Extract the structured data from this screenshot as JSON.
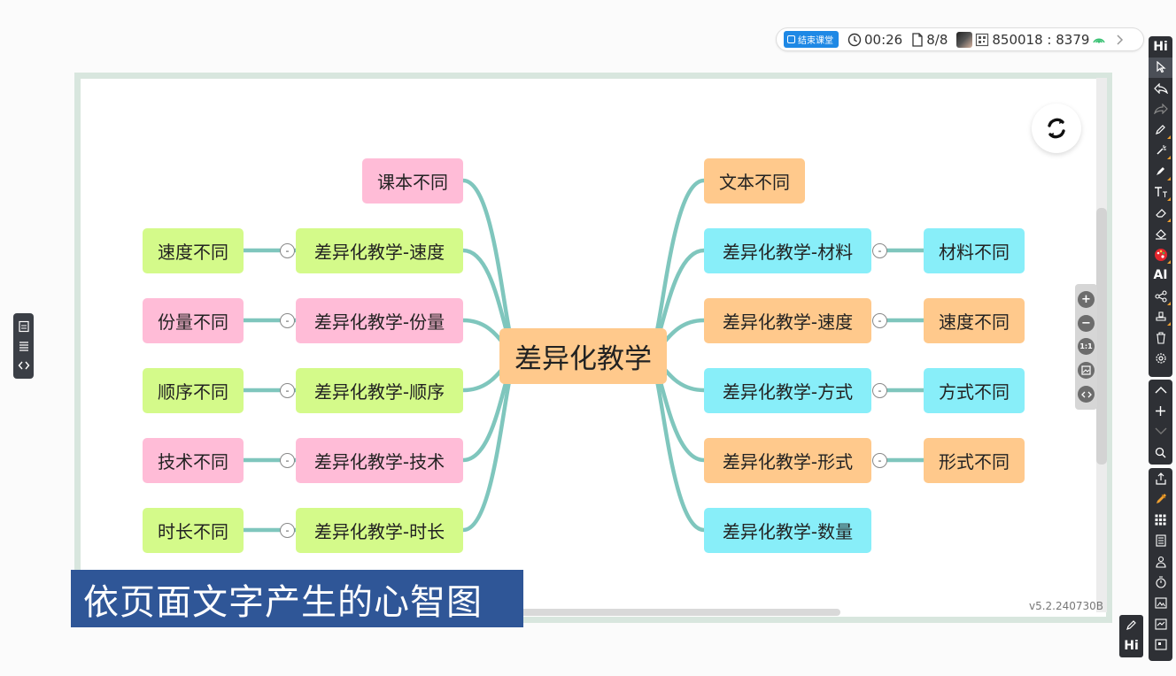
{
  "status_bar": {
    "end_class_label": "结束课堂",
    "timer": "00:26",
    "page": "8/8",
    "room_code": "850018 : 8379"
  },
  "mindmap": {
    "root": "差异化教学",
    "left": [
      {
        "label": "课本不同",
        "color": "pink"
      },
      {
        "label": "差异化教学-速度",
        "color": "green",
        "child": {
          "label": "速度不同",
          "color": "green"
        }
      },
      {
        "label": "差异化教学-份量",
        "color": "pink",
        "child": {
          "label": "份量不同",
          "color": "pink"
        }
      },
      {
        "label": "差异化教学-顺序",
        "color": "green",
        "child": {
          "label": "顺序不同",
          "color": "green"
        }
      },
      {
        "label": "差异化教学-技术",
        "color": "pink",
        "child": {
          "label": "技术不同",
          "color": "pink"
        }
      },
      {
        "label": "差异化教学-时长",
        "color": "green",
        "child": {
          "label": "时长不同",
          "color": "green"
        }
      }
    ],
    "right": [
      {
        "label": "文本不同",
        "color": "orange"
      },
      {
        "label": "差异化教学-材料",
        "color": "cyan",
        "child": {
          "label": "材料不同",
          "color": "cyan"
        }
      },
      {
        "label": "差异化教学-速度",
        "color": "orange",
        "child": {
          "label": "速度不同",
          "color": "orange"
        }
      },
      {
        "label": "差异化教学-方式",
        "color": "cyan",
        "child": {
          "label": "方式不同",
          "color": "cyan"
        }
      },
      {
        "label": "差异化教学-形式",
        "color": "orange",
        "child": {
          "label": "形式不同",
          "color": "orange"
        }
      },
      {
        "label": "差异化教学-数量",
        "color": "cyan"
      }
    ],
    "collapse_symbol": "-"
  },
  "zoom_tools": {
    "fit_label": "1:1"
  },
  "version": "v5.2.240730B",
  "caption": "依页面文字产生的心智图",
  "toolbar": {
    "hi_label": "Hi",
    "ai_label": "AI"
  },
  "colors": {
    "pink": "#ffbcd7",
    "green": "#d4fa8a",
    "orange": "#ffc98c",
    "cyan": "#88eef9",
    "link": "#7fc6bd",
    "caption_bg": "#2f5697",
    "accent": "#1e88e5"
  }
}
